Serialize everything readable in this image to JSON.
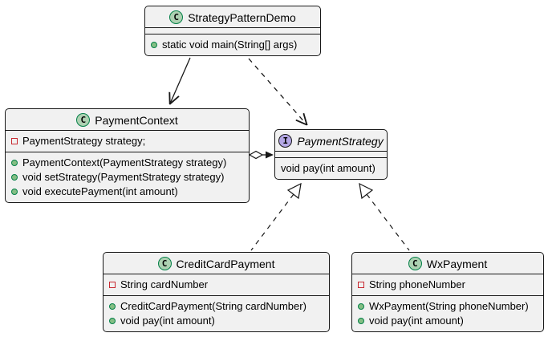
{
  "diagram": {
    "kind": "uml-class-diagram",
    "colors": {
      "background": "#ffffff",
      "box_fill": "#f1f1f1",
      "box_border": "#181818",
      "class_spot_fill": "#ADD1B2",
      "class_spot_border": "#038048",
      "interface_spot_fill": "#B4A7E5",
      "interface_spot_border": "#181818",
      "private_field_icon": "#C82930",
      "public_method_icon": "#84BE84",
      "edge_color": "#181818"
    }
  },
  "classes": [
    {
      "id": "StrategyPatternDemo",
      "kind": "class",
      "icon_letter": "C",
      "name": "StrategyPatternDemo",
      "fields": [],
      "methods": [
        {
          "visibility": "public",
          "text": "static void main(String[] args)"
        }
      ]
    },
    {
      "id": "PaymentContext",
      "kind": "class",
      "icon_letter": "C",
      "name": "PaymentContext",
      "fields": [
        {
          "visibility": "private",
          "text": "PaymentStrategy strategy;"
        }
      ],
      "methods": [
        {
          "visibility": "public",
          "text": "PaymentContext(PaymentStrategy strategy)"
        },
        {
          "visibility": "public",
          "text": "void setStrategy(PaymentStrategy strategy)"
        },
        {
          "visibility": "public",
          "text": "void executePayment(int amount)"
        }
      ]
    },
    {
      "id": "PaymentStrategy",
      "kind": "interface",
      "icon_letter": "I",
      "name": "PaymentStrategy",
      "fields": [],
      "methods": [
        {
          "visibility": "none",
          "text": "void pay(int amount)"
        }
      ]
    },
    {
      "id": "CreditCardPayment",
      "kind": "class",
      "icon_letter": "C",
      "name": "CreditCardPayment",
      "fields": [
        {
          "visibility": "private",
          "text": "String cardNumber"
        }
      ],
      "methods": [
        {
          "visibility": "public",
          "text": "CreditCardPayment(String cardNumber)"
        },
        {
          "visibility": "public",
          "text": "void pay(int amount)"
        }
      ]
    },
    {
      "id": "WxPayment",
      "kind": "class",
      "icon_letter": "C",
      "name": "WxPayment",
      "fields": [
        {
          "visibility": "private",
          "text": "String phoneNumber"
        }
      ],
      "methods": [
        {
          "visibility": "public",
          "text": "WxPayment(String phoneNumber)"
        },
        {
          "visibility": "public",
          "text": "void pay(int amount)"
        }
      ]
    }
  ],
  "relationships": [
    {
      "from": "StrategyPatternDemo",
      "to": "PaymentContext",
      "type": "association",
      "line": "solid",
      "head": "open-arrow"
    },
    {
      "from": "StrategyPatternDemo",
      "to": "PaymentStrategy",
      "type": "dependency",
      "line": "dashed",
      "head": "open-arrow"
    },
    {
      "from": "PaymentContext",
      "to": "PaymentStrategy",
      "type": "aggregation",
      "line": "solid",
      "head": "filled-arrow",
      "tail": "open-diamond"
    },
    {
      "from": "CreditCardPayment",
      "to": "PaymentStrategy",
      "type": "realization",
      "line": "dashed",
      "head": "hollow-triangle"
    },
    {
      "from": "WxPayment",
      "to": "PaymentStrategy",
      "type": "realization",
      "line": "dashed",
      "head": "hollow-triangle"
    }
  ]
}
